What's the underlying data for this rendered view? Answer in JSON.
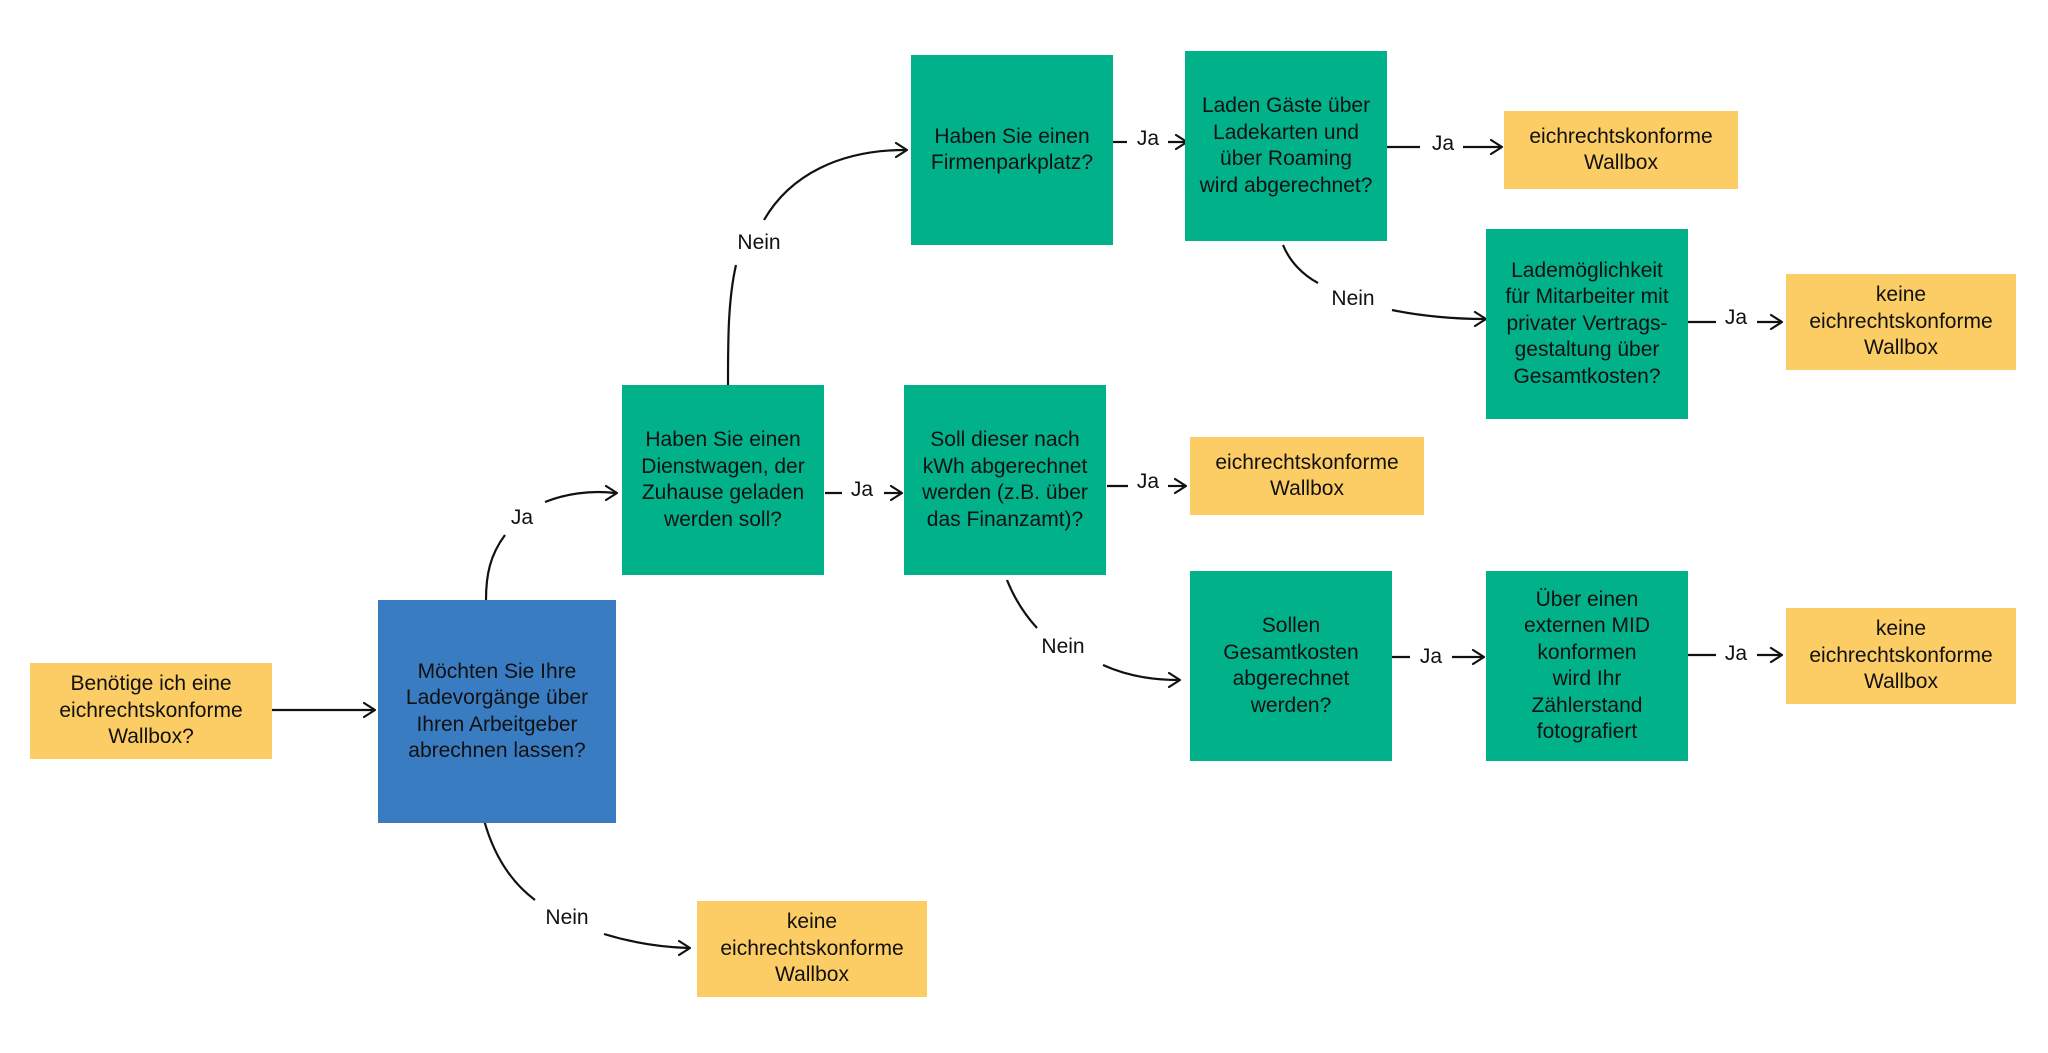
{
  "colors": {
    "start_end": "#FCCD64",
    "decision_primary": "#3A7CC2",
    "decision": "#00B18A",
    "line": "#111111"
  },
  "nodes": {
    "start": "Benötige ich eine\neichrechtskonforme\nWallbox?",
    "arbeitgeber": "Möchten Sie Ihre\nLadevorgänge über\nIhren Arbeitgeber\nabrechnen lassen?",
    "dienstwagen": "Haben Sie einen\nDienstwagen, der\nZuhause geladen\nwerden soll?",
    "kwh": "Soll dieser nach\nkWh abgerechnet\nwerden (z.B. über\ndas Finanzamt)?",
    "parkplatz": "Haben Sie einen\nFirmenparkplatz?",
    "gaeste": "Laden Gäste über\nLadekarten und\nüber Roaming\nwird abgerechnet?",
    "mitarbeiter": "Lademöglichkeit\nfür Mitarbeiter mit\nprivater Vertrags-\ngestaltung über\nGesamtkosten?",
    "gesamtkosten": "Sollen\nGesamtkosten\nabgerechnet\nwerden?",
    "mid": "Über einen\nexternen MID\nkonformen\nwird Ihr\nZählerstand\nfotografiert",
    "result_keine_bottom": "keine\neichrechtskonforme\nWallbox",
    "result_kwh": "eichrechtskonforme\nWallbox",
    "result_gaeste": "eichrechtskonforme\nWallbox",
    "result_mitarbeiter": "keine\neichrechtskonforme\nWallbox",
    "result_mid": "keine\neichrechtskonforme\nWallbox"
  },
  "edges": {
    "ja_1": "Ja",
    "nein_1": "Nein",
    "ja_2": "Ja",
    "nein_2": "Nein",
    "ja_3": "Ja",
    "nein_3": "Nein",
    "ja_4": "Ja",
    "ja_5": "Ja",
    "nein_4": "Nein",
    "ja_6": "Ja",
    "ja_7": "Ja",
    "ja_8": "Ja"
  }
}
